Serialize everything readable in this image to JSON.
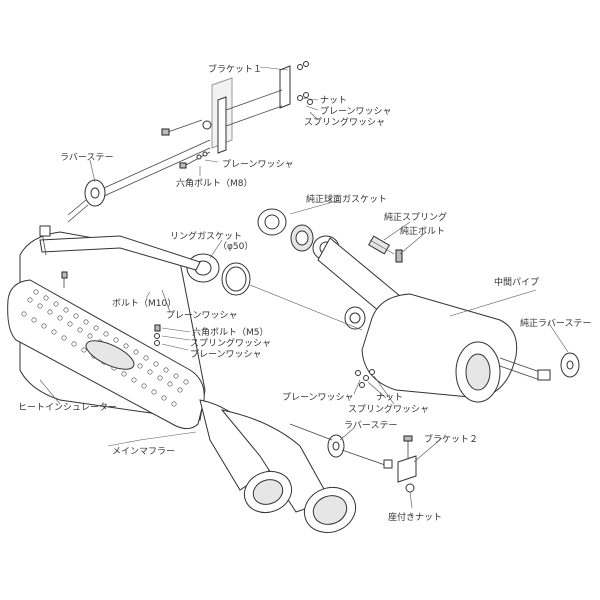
{
  "labels": {
    "bracket1": "ブラケット１",
    "nut_top": "ナット",
    "plain_washer_top": "プレーンワッシャ",
    "spring_washer_top": "スプリングワッシャ",
    "rubber_stay_left": "ラバーステー",
    "plain_washer_mid": "プレーンワッシャ",
    "hex_bolt_m8": "六角ボルト（M8）",
    "oem_gasket": "純正球面ガスケット",
    "oem_spring": "純正スプリング",
    "oem_bolt": "純正ボルト",
    "ring_gasket": "リングガスケット",
    "ring_gasket_size": "（φ50）",
    "center_pipe": "中間パイプ",
    "bolt_m10": "ボルト（M10）",
    "plain_washer_m10": "プレーンワッシャ",
    "oem_rubber_stay": "純正ラバーステー",
    "hex_bolt_m5": "六角ボルト（M5）",
    "spring_washer_m5": "スプリングワッシャ",
    "plain_washer_m5": "プレーンワッシャ",
    "heat_insulator": "ヒートインシュレーター",
    "plain_washer_low": "プレーンワッシャ",
    "nut_low": "ナット",
    "spring_washer_low": "スプリングワッシャ",
    "rubber_stay_low": "ラバーステー",
    "bracket2": "ブラケット２",
    "main_muffler": "メインマフラー",
    "seat_nut": "座付きナット"
  }
}
